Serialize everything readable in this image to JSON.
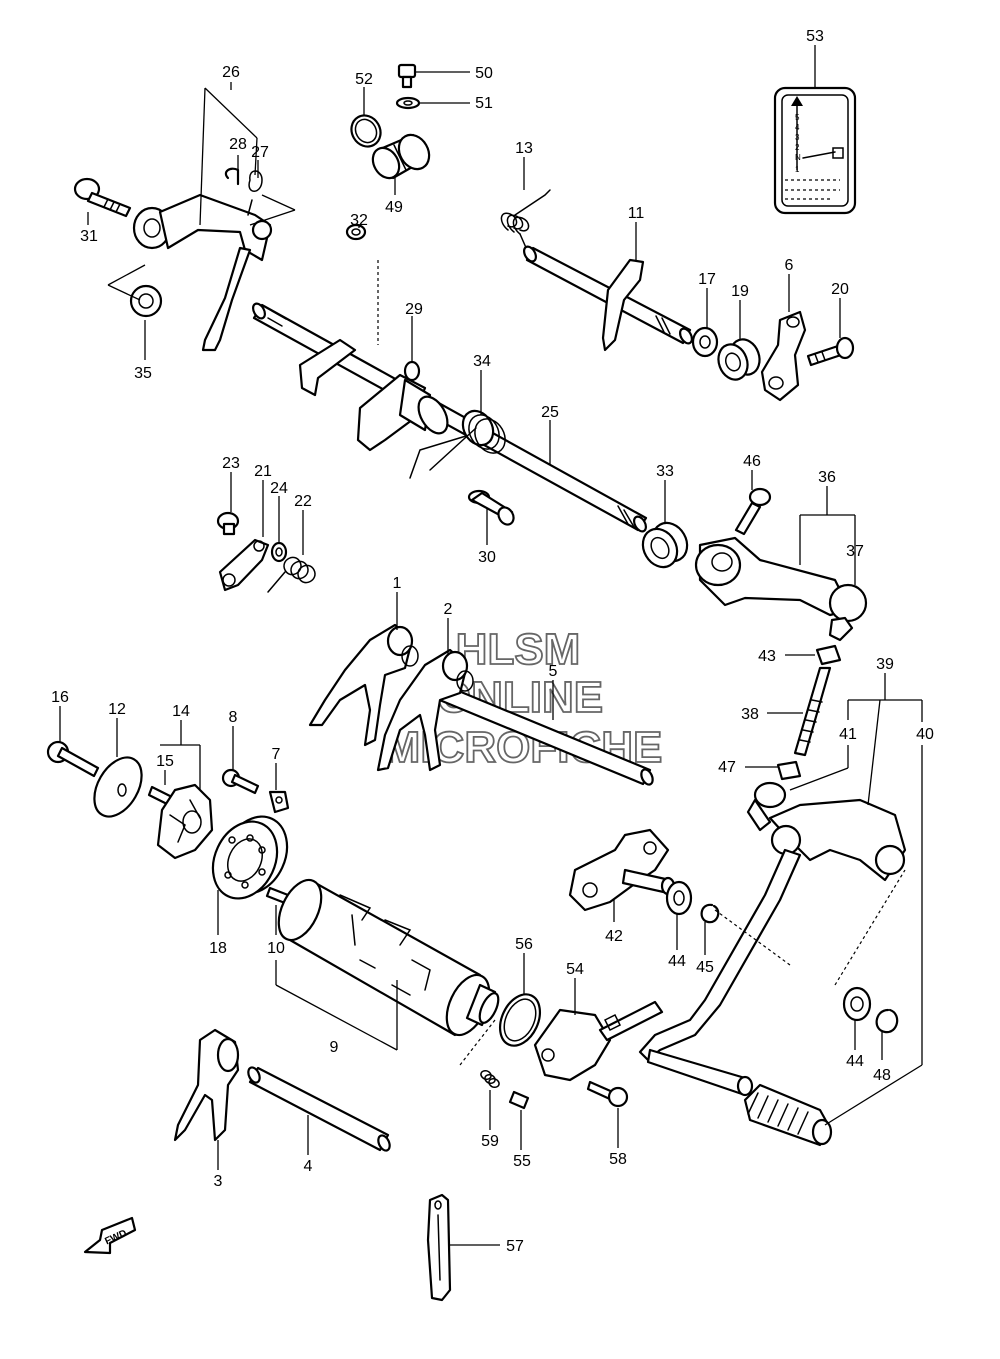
{
  "watermark": {
    "line1": "HLSM",
    "line2": "ONLINE",
    "line3": "MICROFICHE"
  },
  "direction_marker": "FWD",
  "label_plate": {
    "symbols": [
      "5",
      "4",
      "3",
      "2",
      "1",
      "N",
      "1"
    ]
  },
  "callouts": {
    "c1": "1",
    "c2": "2",
    "c3": "3",
    "c4": "4",
    "c5": "5",
    "c6": "6",
    "c7": "7",
    "c8": "8",
    "c9": "9",
    "c10": "10",
    "c11": "11",
    "c12": "12",
    "c13": "13",
    "c14": "14",
    "c15": "15",
    "c16": "16",
    "c17": "17",
    "c18": "18",
    "c19": "19",
    "c20": "20",
    "c21": "21",
    "c22": "22",
    "c23": "23",
    "c24": "24",
    "c25": "25",
    "c26": "26",
    "c27": "27",
    "c28": "28",
    "c29": "29",
    "c30": "30",
    "c31": "31",
    "c32": "32",
    "c33": "33",
    "c34": "34",
    "c35": "35",
    "c36": "36",
    "c37": "37",
    "c38": "38",
    "c39": "39",
    "c40": "40",
    "c41": "41",
    "c42": "42",
    "c43": "43",
    "c44a": "44",
    "c44b": "44",
    "c45": "45",
    "c46": "46",
    "c47": "47",
    "c48": "48",
    "c49": "49",
    "c50": "50",
    "c51": "51",
    "c52": "52",
    "c53": "53",
    "c54": "54",
    "c55": "55",
    "c56": "56",
    "c57": "57",
    "c58": "58",
    "c59": "59"
  }
}
